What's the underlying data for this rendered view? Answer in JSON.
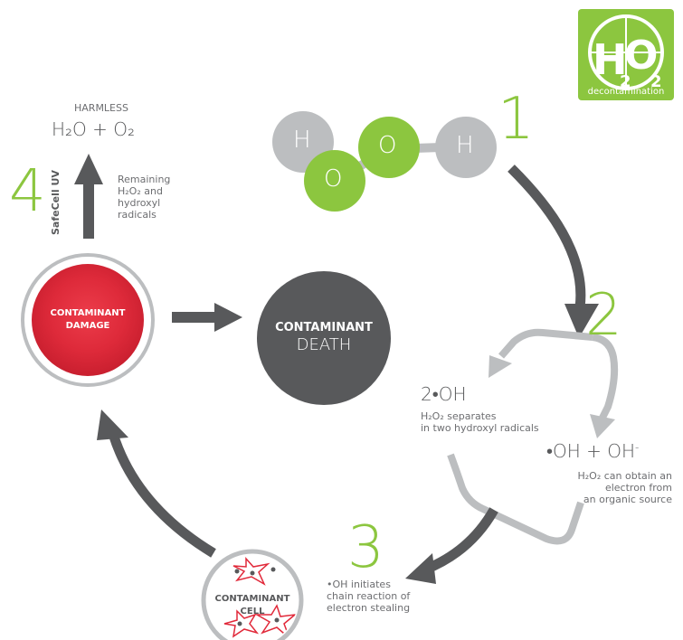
{
  "colors": {
    "green": "#8cc63f",
    "dark_gray": "#58595b",
    "light_gray": "#bcbec0",
    "red": "#e1293a",
    "white": "#ffffff"
  },
  "logo": {
    "letters": "H2O2",
    "caption": "decontamination"
  },
  "molecule": {
    "atoms": [
      "H",
      "O",
      "O",
      "H"
    ]
  },
  "steps": {
    "one": {
      "number": "1"
    },
    "two": {
      "number": "2",
      "hydroxyl_title": "2•OH",
      "hydroxyl_desc": [
        "H₂O₂ separates",
        "in two hydroxyl radicals"
      ],
      "ion_title_main": "•OH + OH",
      "ion_title_sup": "-",
      "ion_desc": [
        "H₂O₂ can obtain an",
        "electron from",
        "an organic source"
      ]
    },
    "three": {
      "number": "3",
      "desc": [
        "•OH initiates",
        "chain reaction of",
        "electron stealing"
      ]
    },
    "four": {
      "number": "4",
      "vertical_label": "SafeCell UV",
      "remaining": [
        "Remaining",
        "H₂O₂ and",
        "hydroxyl",
        "radicals"
      ],
      "harmless_label": "HARMLESS",
      "harmless_formula": "H₂O + O₂"
    }
  },
  "nodes": {
    "damage": [
      "CONTAMINANT",
      "DAMAGE"
    ],
    "death_title": "CONTAMINANT",
    "death_sub": "DEATH",
    "cell": [
      "CONTAMINANT",
      "CELL"
    ]
  }
}
